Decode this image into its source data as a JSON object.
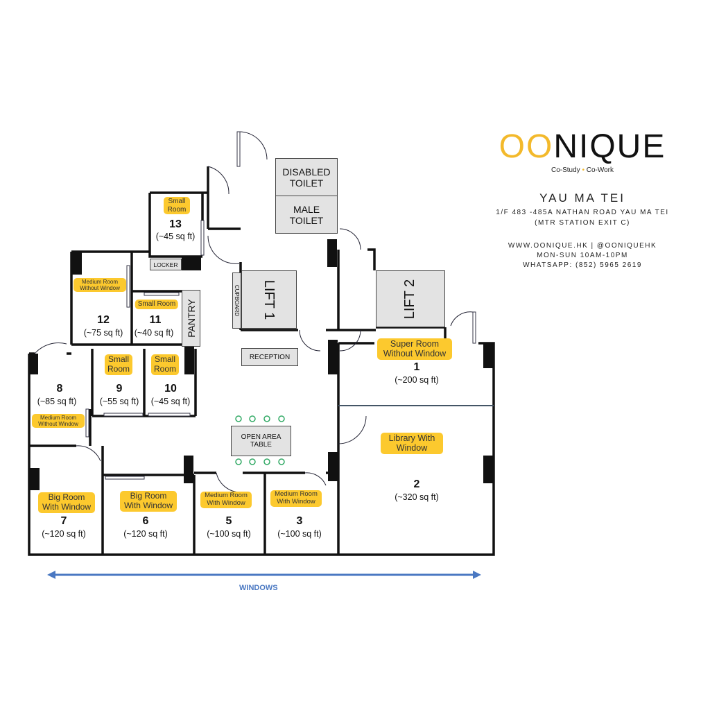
{
  "brand": {
    "logo": "OONIQUE",
    "tagline_left": "Co-Study",
    "tagline_right": "Co-Work",
    "accent": "#f3b92b"
  },
  "location": {
    "name": "YAU MA TEI",
    "address": "1/F 483 -485A NATHAN ROAD YAU MA TEI",
    "exit": "(MTR STATION EXIT C)",
    "web": "WWW.OONIQUE.HK | @OONIQUEHK",
    "hours": "MON-SUN 10AM-10PM",
    "whatsapp": "WHATSAPP: (852)  5965 2619"
  },
  "facilities": {
    "disabled_toilet": "DISABLED TOILET",
    "male_toilet": "MALE TOILET",
    "lift1": "LIFT 1",
    "lift2": "LIFT 2",
    "cupboard": "CUPBOARD",
    "reception": "RECEPTION",
    "open_area": "OPEN AREA TABLE",
    "pantry": "PANTRY",
    "locker": "LOCKER"
  },
  "rooms": [
    {
      "number": "1",
      "type": "Super Room Without Window",
      "area": "(~200 sq ft)"
    },
    {
      "number": "2",
      "type": "Library With Window",
      "area": "(~320 sq ft)"
    },
    {
      "number": "3",
      "type": "Medium Room With Window",
      "area": "(~100 sq ft)"
    },
    {
      "number": "5",
      "type": "Medium Room With Window",
      "area": "(~100 sq ft)"
    },
    {
      "number": "6",
      "type": "Big Room With Window",
      "area": "(~120 sq ft)"
    },
    {
      "number": "7",
      "type": "Big Room With Window",
      "area": "(~120 sq ft)"
    },
    {
      "number": "8",
      "type": "Medium Room Without Window",
      "area": "(~85 sq ft)"
    },
    {
      "number": "9",
      "type": "Small Room",
      "area": "(~55 sq ft)"
    },
    {
      "number": "10",
      "type": "Small Room",
      "area": "(~45 sq ft)"
    },
    {
      "number": "11",
      "type": "Small Room",
      "area": "(~40 sq ft)"
    },
    {
      "number": "12",
      "type": "Medium Room Without Window",
      "area": "(~75 sq ft)"
    },
    {
      "number": "13",
      "type": "Small Room",
      "area": "(~45 sq ft)"
    }
  ],
  "windows_label": "WINDOWS",
  "arrow_color": "#4a78c2"
}
